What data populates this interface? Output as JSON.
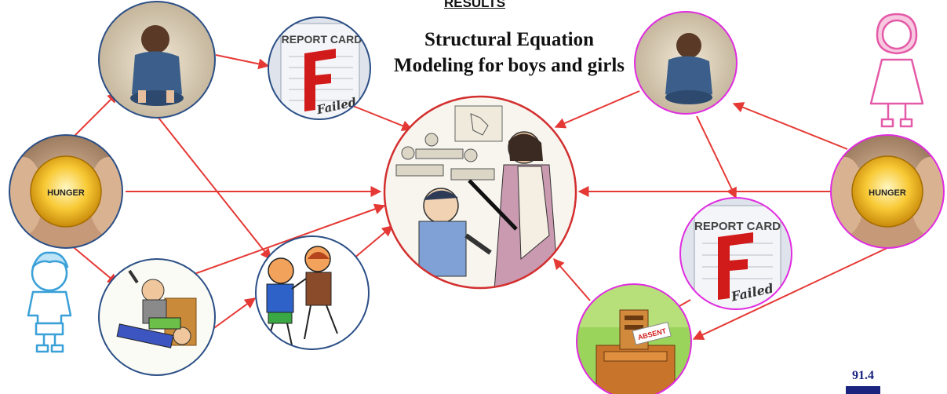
{
  "header": {
    "title": "RESULTS",
    "subtitle_line1": "Structural Equation",
    "subtitle_line2": "Modeling for boys and girls"
  },
  "nodes": {
    "hunger_boys_label": "HUNGER",
    "hunger_girls_label": "HUNGER",
    "report_card_boys_text": "REPORT CARD",
    "report_card_boys_stamp": "Failed",
    "report_card_girls_text": "REPORT CARD",
    "report_card_girls_stamp": "Failed",
    "absent_sign_text": "ABSENT"
  },
  "footer": {
    "page_number": "91.4"
  },
  "colors": {
    "arrow": "#e53935",
    "boys_ring": "#2b4f86",
    "girls_ring": "#e02ce0",
    "center_ring": "#d32f2f",
    "hunger_gold": "#f5b81c"
  }
}
